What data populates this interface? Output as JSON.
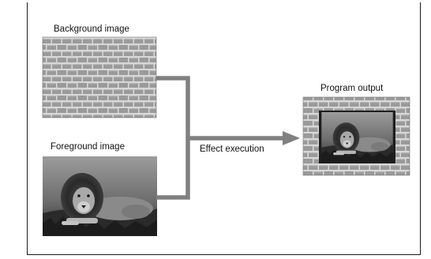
{
  "labels": {
    "background_image": "Background image",
    "foreground_image": "Foreground image",
    "effect_execution": "Effect execution",
    "program_output": "Program output"
  },
  "colors": {
    "connector": "#808080",
    "brick_face": "#9a9a9a",
    "mortar": "#d8d8d8",
    "frame_line": "#1a1a1a"
  },
  "icons": {
    "background": "brick-wall-picture",
    "foreground": "lion-photo-picture",
    "output": "lion-photo-in-brick-frame-picture"
  }
}
